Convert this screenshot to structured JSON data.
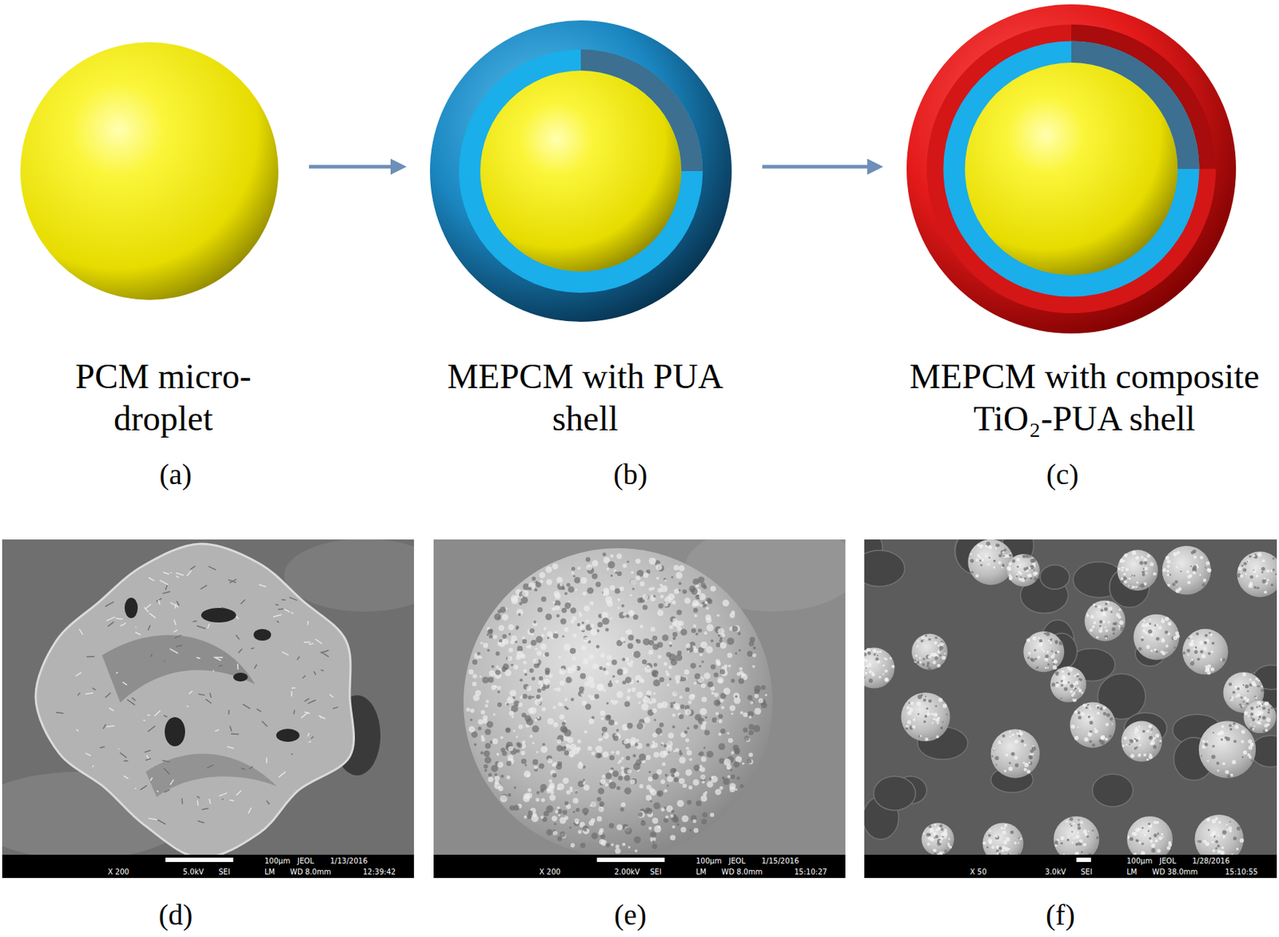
{
  "diagram": {
    "nodes": [
      {
        "text": [
          "PCM micro- droplet",
          "(a)"
        ]
      },
      {
        "text": [
          "MEPCM with PUA shell",
          "(b)"
        ]
      },
      {
        "text": [
          "MEPCM with composite TiO₂-PUA shell",
          "(c)"
        ]
      }
    ],
    "edges": [
      {
        "from": 0,
        "to": 1,
        "arrow": "to"
      },
      {
        "from": 1,
        "to": 2,
        "arrow": "to"
      }
    ],
    "labels": [
      "X 200",
      "5.0kV",
      "SEI",
      "100μm",
      "JEOL",
      "1/13/2016",
      "LM",
      "WD 8.0mm",
      "12:39:42",
      "(d)",
      "X 200",
      "2.00kV",
      "SEI",
      "100μm",
      "JEOL",
      "1/15/2016",
      "LM",
      "WD 8.0mm",
      "15:10:27",
      "(e)",
      "X 50",
      "3.0kV",
      "SEI",
      "100μm",
      "JEOL",
      "1/28/2016",
      "LM",
      "WD 38.0mm",
      "15:10:55",
      "(f)"
    ]
  }
}
